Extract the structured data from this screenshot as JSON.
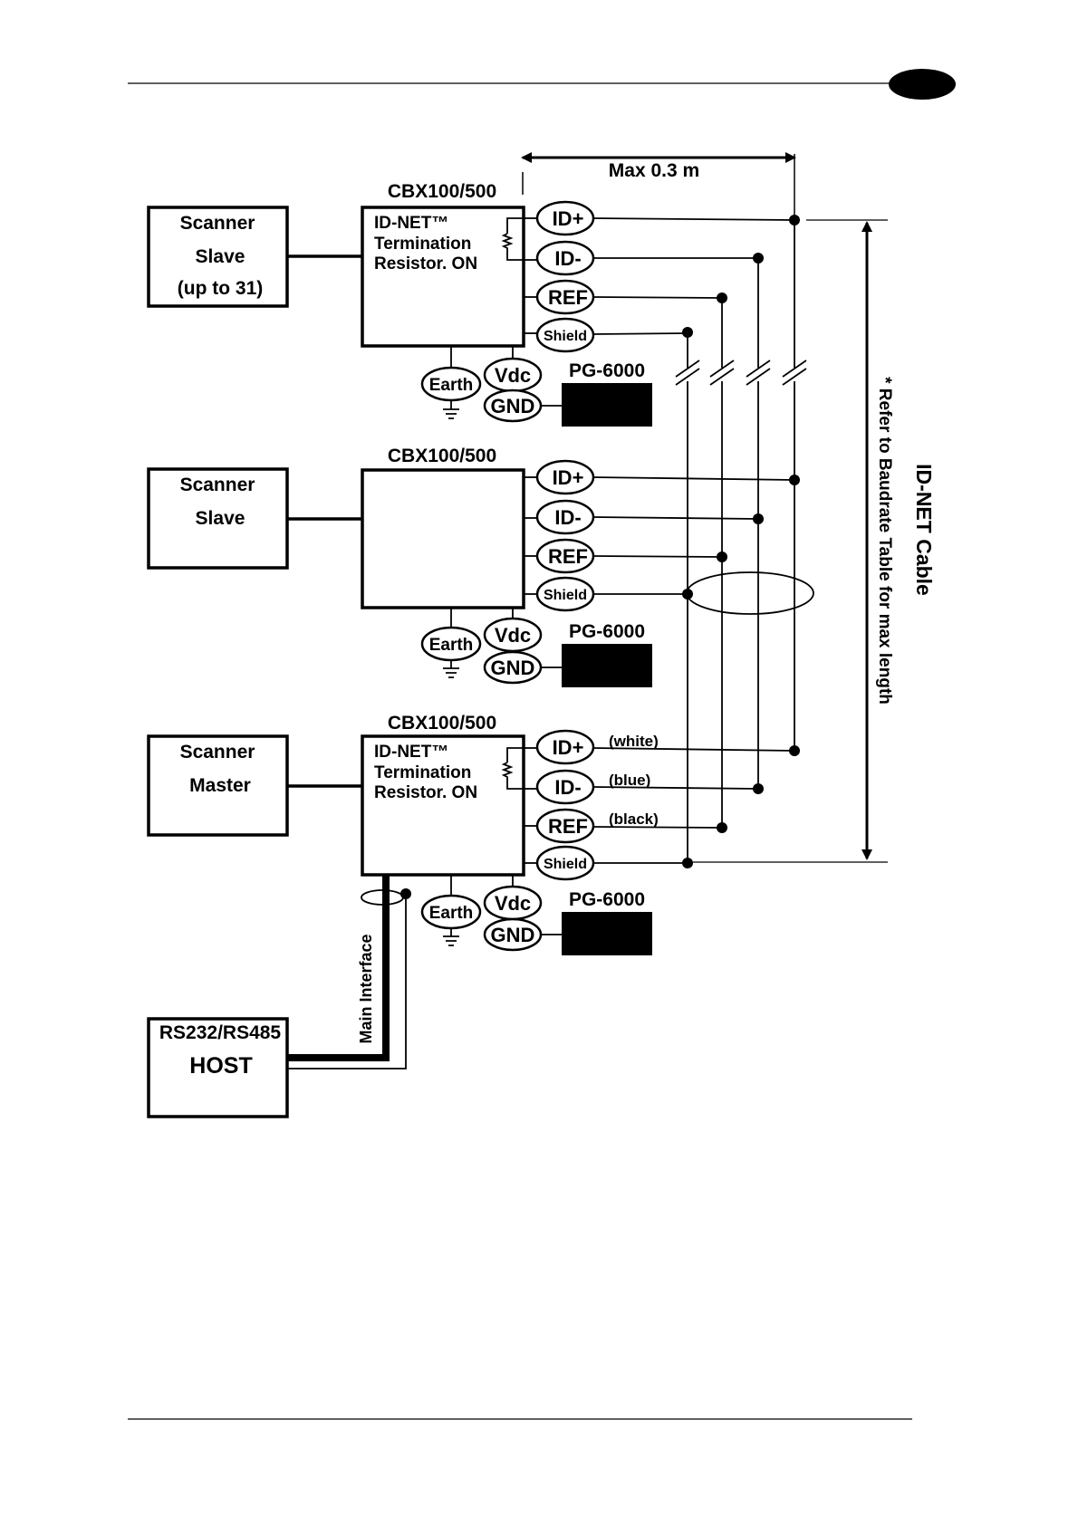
{
  "diagram": {
    "max_length_label": "Max 0.3 m",
    "cable_label": "ID-NET Cable",
    "cable_note": "* Refer to Baudrate Table for max length",
    "main_interface_label": "Main Interface",
    "host": {
      "line1": "RS232/RS485",
      "line2": "HOST"
    },
    "power_supply_label": "PG-6000",
    "earth_label": "Earth",
    "vdc_label": "Vdc",
    "gnd_label": "GND",
    "pins": [
      "ID+",
      "ID-",
      "REF",
      "Shield"
    ],
    "wire_colors": [
      "(white)",
      "(blue)",
      "(black)"
    ],
    "nodes": [
      {
        "cbx_label": "CBX100/500",
        "scanner_lines": [
          "Scanner",
          "Slave",
          "(up to 31)"
        ],
        "termination_lines": [
          "ID-NET™",
          "Termination",
          "Resistor. ON"
        ]
      },
      {
        "cbx_label": "CBX100/500",
        "scanner_lines": [
          "Scanner",
          "Slave"
        ],
        "termination_lines": []
      },
      {
        "cbx_label": "CBX100/500",
        "scanner_lines": [
          "Scanner",
          "Master"
        ],
        "termination_lines": [
          "ID-NET™",
          "Termination",
          "Resistor. ON"
        ]
      }
    ]
  }
}
